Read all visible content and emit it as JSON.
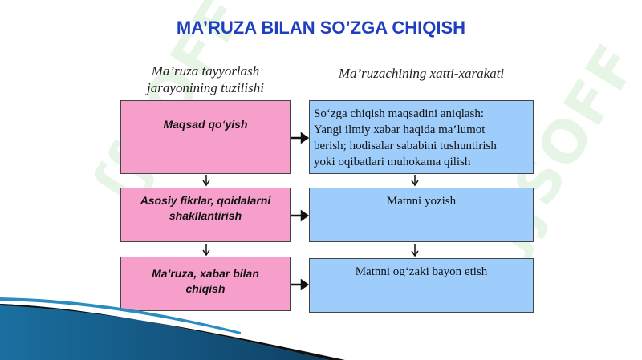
{
  "title": "MA’RUZA BILAN SO’ZGA CHIQISH",
  "left_header": [
    "Ma’ruza tayyorlash",
    "jarayonining tuzilishi"
  ],
  "right_header": "Ma’ruzachining xatti-xarakati",
  "left_boxes": [
    {
      "lines": [
        "Maqsad qo‘yish"
      ]
    },
    {
      "lines": [
        "Asosiy fikrlar, qoidalarni",
        "shakllantirish"
      ]
    },
    {
      "lines": [
        "Ma’ruza, xabar bilan",
        "chiqish"
      ]
    }
  ],
  "right_boxes": [
    {
      "lines": [
        "So‘zga chiqish maqsadini aniqlash:",
        "Yangi ilmiy xabar haqida ma’lumot",
        "berish; hodisalar sababini tushuntirish",
        "yoki oqibatlari muhokama qilish"
      ]
    },
    {
      "lines": [
        "Matnni yozish"
      ]
    },
    {
      "lines": [
        "Matnni og‘zaki bayon etish"
      ]
    }
  ],
  "watermark_text": "SOFF",
  "colors": {
    "title": "#1f3fbf",
    "pink": "#f79fcb",
    "blue": "#9fcdfb",
    "watermark": "#78c878"
  }
}
